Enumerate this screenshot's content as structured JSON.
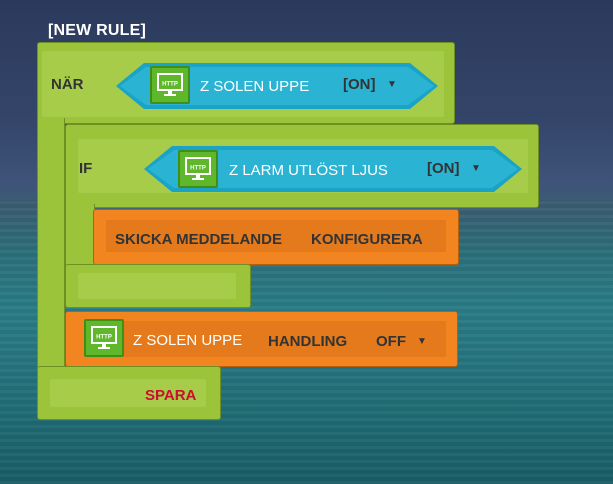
{
  "title": "[NEW RULE]",
  "when": {
    "label": "NÄR",
    "device": {
      "icon": "http-monitor-icon",
      "name": "Z SOLEN UPPE",
      "value": "[ON]"
    }
  },
  "if_block": {
    "label": "IF",
    "device": {
      "icon": "http-monitor-icon",
      "name": "Z LARM UTLÖST LJUS",
      "value": "[ON]"
    },
    "action": {
      "label": "SKICKA MEDDELANDE",
      "configure": "KONFIGURERA"
    }
  },
  "action_block": {
    "icon": "http-monitor-icon",
    "device": "Z SOLEN UPPE",
    "label": "HANDLING",
    "value": "OFF"
  },
  "save_label": "SPARA",
  "colors": {
    "green": "#9cc43b",
    "orange": "#f2851f",
    "cyan": "#2ab3d3",
    "icon_green": "#5fb82b",
    "save_red": "#c8102e"
  },
  "icons": {
    "dropdown": "caret-down-icon",
    "http": "http-monitor-icon"
  }
}
